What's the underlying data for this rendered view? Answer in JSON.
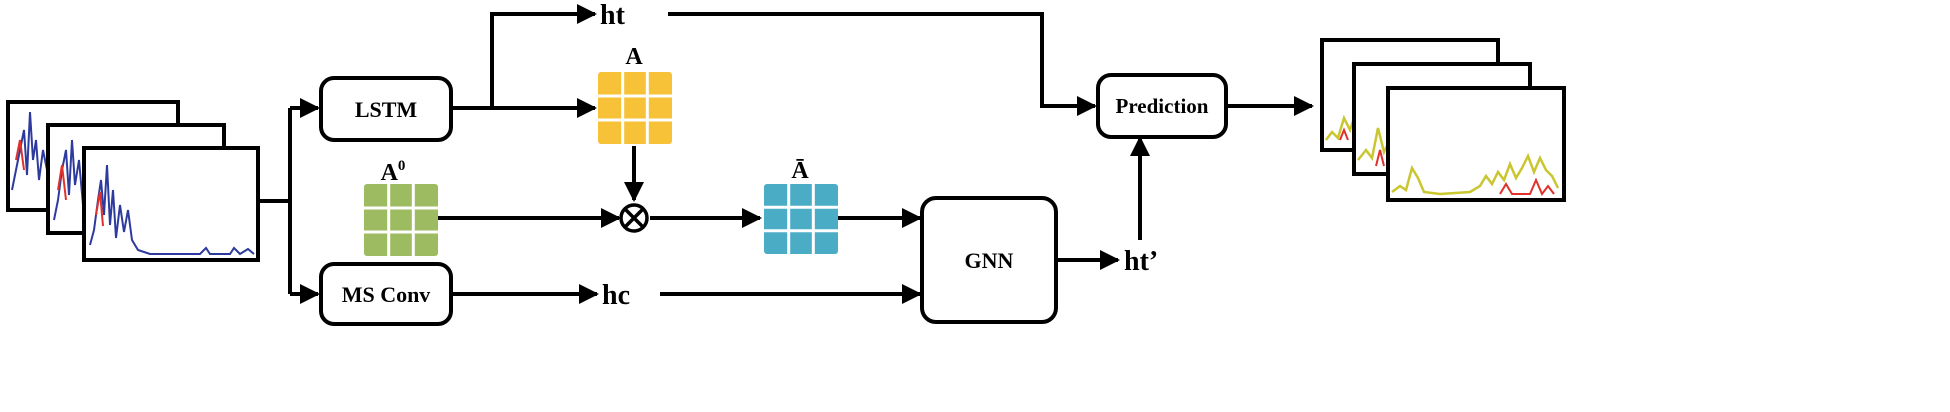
{
  "nodes": {
    "lstm": "LSTM",
    "ms_conv": "MS Conv",
    "gnn": "GNN",
    "prediction": "Prediction"
  },
  "outputs": {
    "ht": "ht",
    "hc": "hc",
    "ht_prime": "ht’"
  },
  "matrices": {
    "a": "A",
    "a0_base": "A",
    "a0_sup": "0",
    "a_bar": "Ā"
  },
  "operator": "⊗",
  "colors": {
    "matrix_a": "#F7C238",
    "matrix_a0": "#9DBB61",
    "matrix_abar": "#4BACC6",
    "input_series": "#2E3B9E",
    "input_spike": "#E0312C",
    "output_series": "#C9C630",
    "output_spike": "#E0312C"
  }
}
